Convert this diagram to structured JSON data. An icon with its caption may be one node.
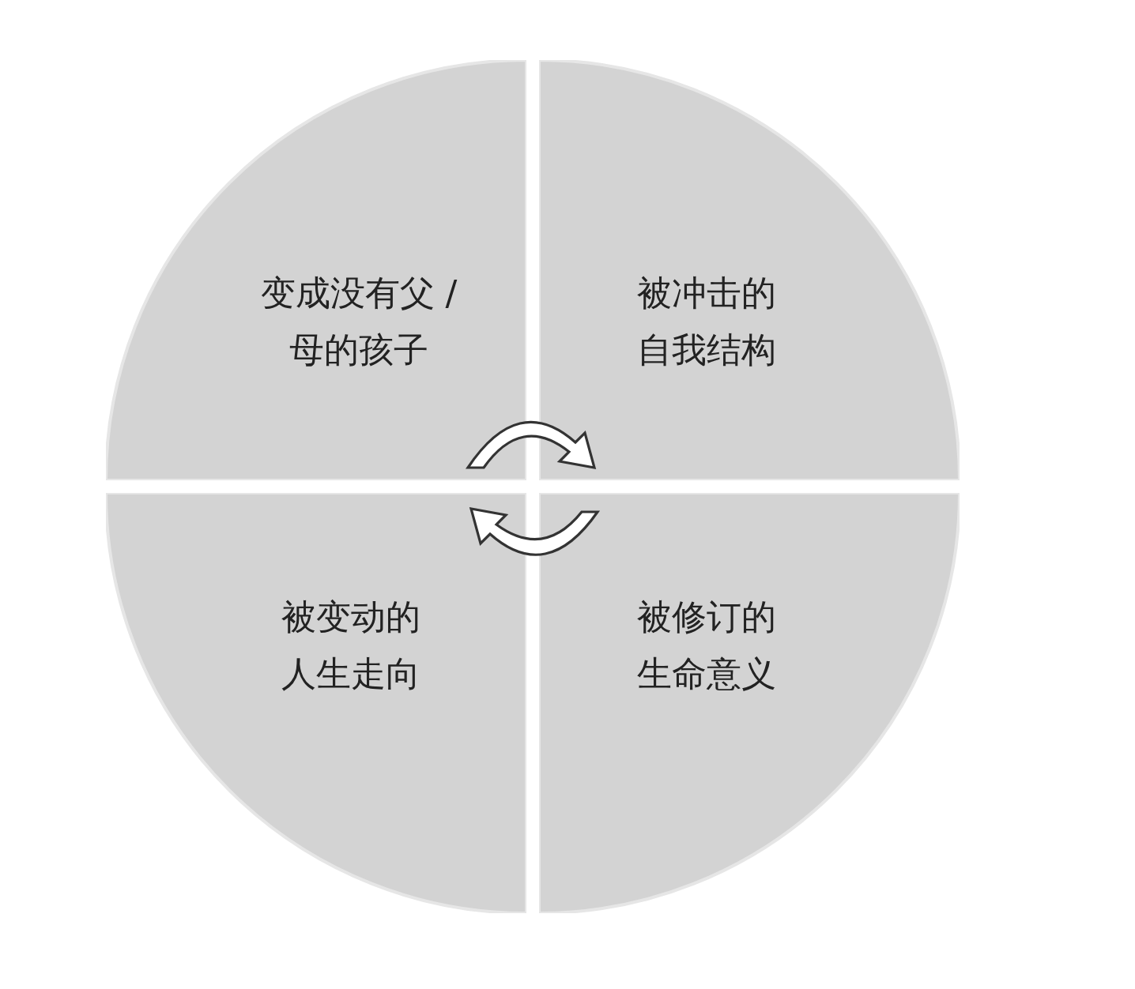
{
  "diagram": {
    "nodes": [
      {
        "text": [
          "变成没有父 /母的孩子"
        ]
      },
      {
        "text": [
          "被冲击的自我结构"
        ]
      },
      {
        "text": [
          "被变动的人生走向"
        ]
      },
      {
        "text": [
          "被修订的生命意义"
        ]
      }
    ]
  }
}
